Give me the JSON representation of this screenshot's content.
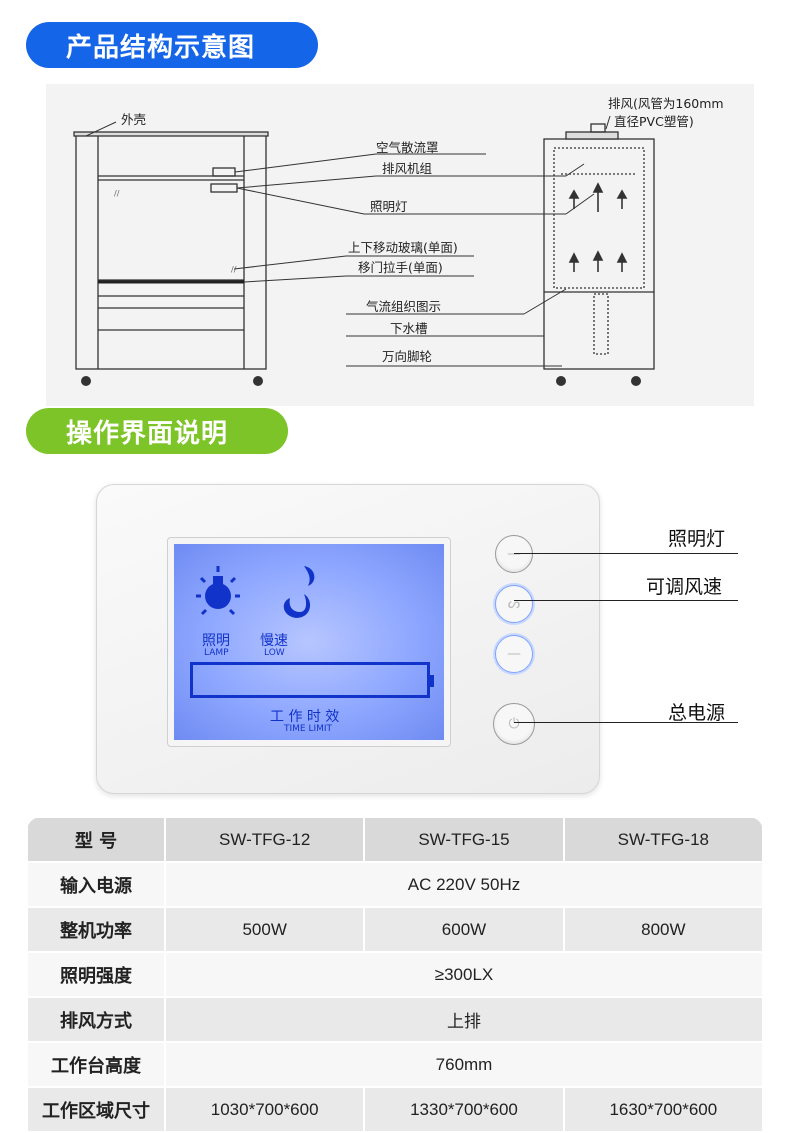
{
  "sections": {
    "structure_title": "产品结构示意图",
    "interface_title": "操作界面说明"
  },
  "diagram": {
    "labels": {
      "shell": "外壳",
      "exhaust_line1": "排风(风管为160mm",
      "exhaust_line2": "直径PVC塑管)",
      "diffuser": "空气散流罩",
      "fan_unit": "排风机组",
      "lighting": "照明灯",
      "glass": "上下移动玻璃(单面)",
      "handle": "移门拉手(单面)",
      "airflow": "气流组织图示",
      "sink": "下水槽",
      "casters": "万向脚轮"
    }
  },
  "panel": {
    "lcd": {
      "lamp_cn": "照明",
      "lamp_en": "LAMP",
      "speed_cn": "慢速",
      "speed_en": "LOW",
      "timer_cn": "工 作 时 效",
      "timer_en": "TIME LIMIT"
    },
    "callouts": {
      "lighting": "照明灯",
      "fan_speed": "可调风速",
      "power": "总电源"
    },
    "icons": [
      "bulb-icon",
      "fan-icon",
      "power-icon"
    ]
  },
  "specs": {
    "header_label": "型 号",
    "models": [
      "SW-TFG-12",
      "SW-TFG-15",
      "SW-TFG-18"
    ],
    "rows": [
      {
        "label": "输入电源",
        "shared": "AC 220V 50Hz"
      },
      {
        "label": "整机功率",
        "values": [
          "500W",
          "600W",
          "800W"
        ]
      },
      {
        "label": "照明强度",
        "shared": "≥300LX"
      },
      {
        "label": "排风方式",
        "shared": "上排"
      },
      {
        "label": "工作台高度",
        "shared": "760mm"
      },
      {
        "label": "工作区域尺寸",
        "values": [
          "1030*700*600",
          "1330*700*600",
          "1630*700*600"
        ]
      }
    ]
  },
  "colors": {
    "blue_pill": "#1565e8",
    "green_pill": "#7cc427",
    "lcd_text": "#1233c9",
    "lcd_backlight": "#8ea7ff"
  }
}
